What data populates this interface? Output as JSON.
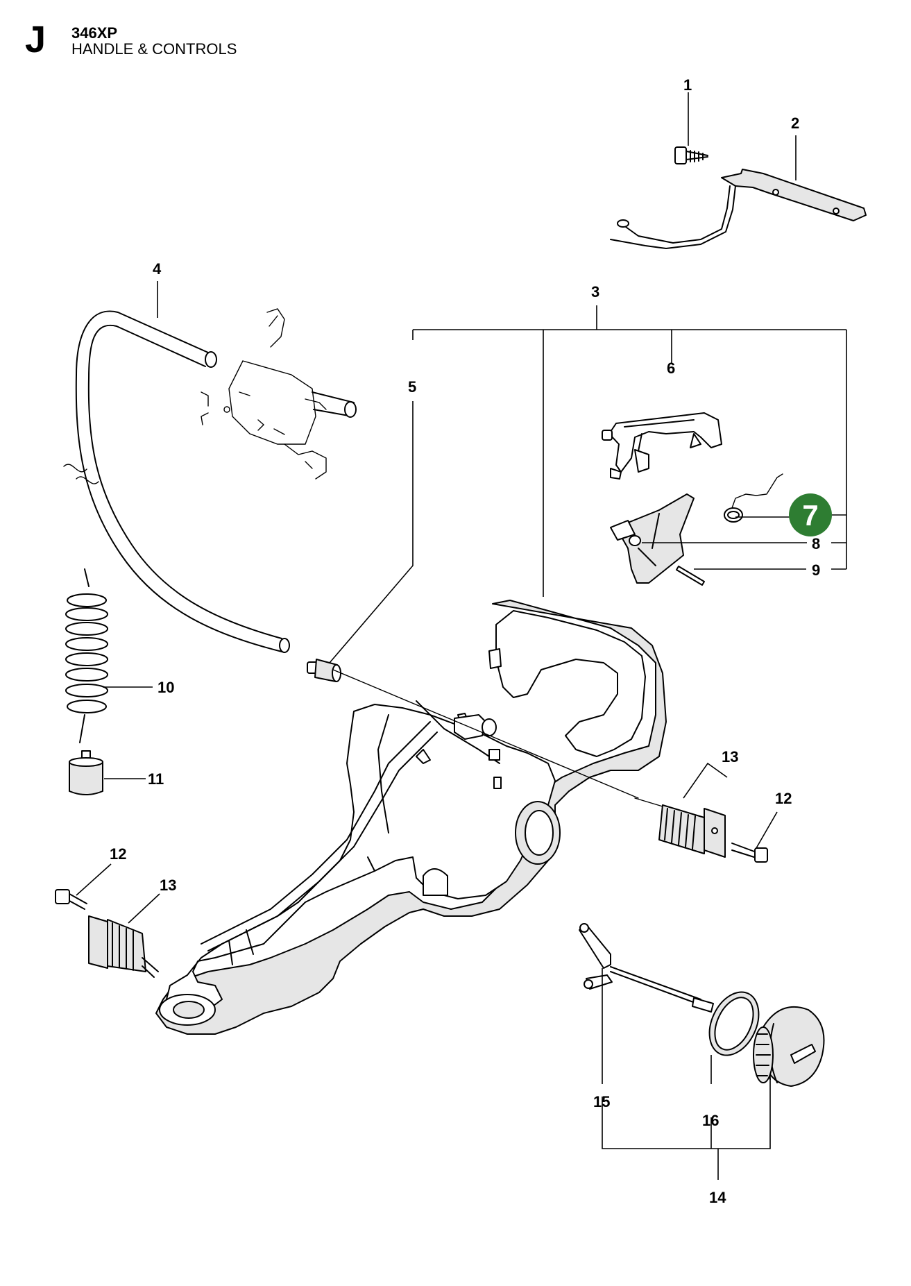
{
  "header": {
    "section_letter": "J",
    "model": "346XP",
    "title": "HANDLE & CONTROLS"
  },
  "callouts": [
    "1",
    "2",
    "3",
    "4",
    "5",
    "6",
    "7",
    "8",
    "9",
    "10",
    "11",
    "12",
    "13",
    "12",
    "13",
    "15",
    "16",
    "14"
  ],
  "highlight": {
    "label": "7",
    "color": "#2e7d32"
  }
}
